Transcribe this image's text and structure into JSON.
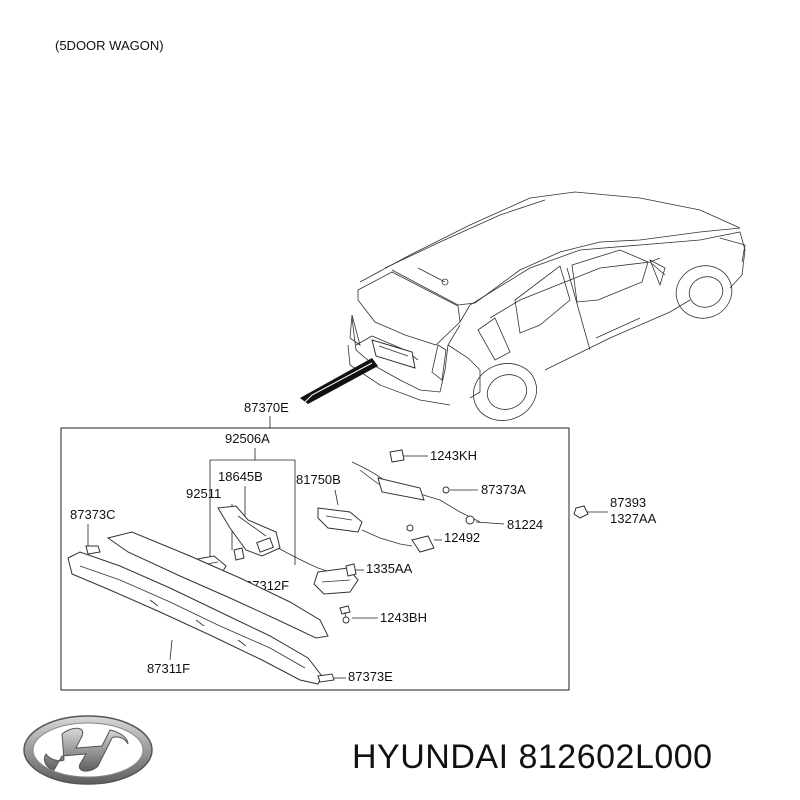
{
  "header": {
    "variant": "(5DOOR WAGON)"
  },
  "assembly_label": "87370E",
  "labels": {
    "l92506A": "92506A",
    "l18645B": "18645B",
    "l92511": "92511",
    "l81750B": "81750B",
    "l1243KH": "1243KH",
    "l87373A": "87373A",
    "l81224": "81224",
    "l12492": "12492",
    "l1335AA": "1335AA",
    "l1243BH": "1243BH",
    "l87373C": "87373C",
    "l87312F": "87312F",
    "l87311F": "87311F",
    "l87373E": "87373E",
    "l87393": "87393",
    "l1327AA": "1327AA"
  },
  "footer": {
    "brand": "HYUNDAI",
    "part_number": "812602L000"
  }
}
